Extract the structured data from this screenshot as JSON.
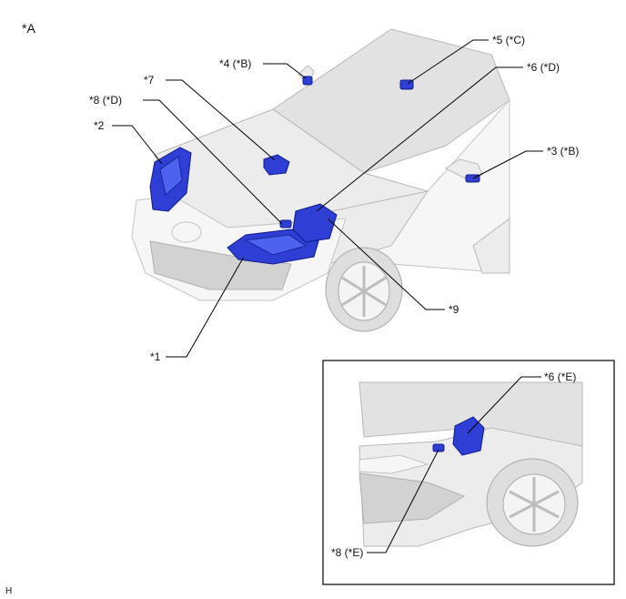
{
  "figure": {
    "view_label": "*A",
    "corner_mark": "H"
  },
  "callouts": {
    "c1": "*1",
    "c2": "*2",
    "c3": "*3 (*B)",
    "c4": "*4 (*B)",
    "c5": "*5 (*C)",
    "c6": "*6 (*D)",
    "c7": "*7",
    "c8": "*8 (*D)",
    "c9": "*9"
  },
  "inset": {
    "c6": "*6 (*E)",
    "c8": "*8 (*E)"
  },
  "colors": {
    "part_highlight": "#2f3fd6",
    "car_body": "#ececec"
  }
}
